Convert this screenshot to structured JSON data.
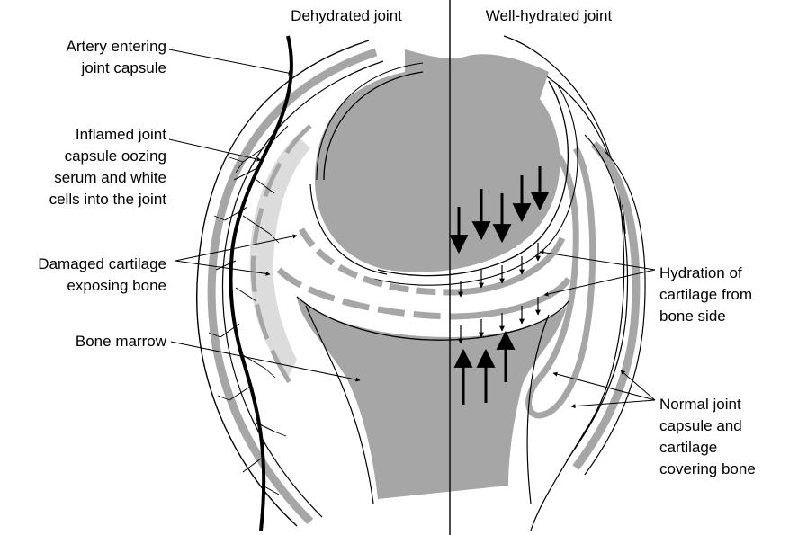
{
  "headers": {
    "left": "Dehydrated joint",
    "right": "Well-hydrated joint"
  },
  "labels": {
    "artery": [
      "Artery entering",
      "joint capsule"
    ],
    "inflamed": [
      "Inflamed joint",
      "capsule oozing",
      "serum and white",
      "cells into the joint"
    ],
    "damaged": [
      "Damaged cartilage",
      "exposing bone"
    ],
    "marrow": [
      "Bone marrow"
    ],
    "hydration": [
      "Hydration of",
      "cartilage from",
      "bone side"
    ],
    "normal": [
      "Normal joint",
      "capsule and",
      "cartilage",
      "covering bone"
    ]
  },
  "colors": {
    "ink": "#000000",
    "bone_gray": "#a6a6a6",
    "dark_gray": "#8c8c8c",
    "light_fill": "#dcdcdc",
    "background": "#ffffff"
  }
}
